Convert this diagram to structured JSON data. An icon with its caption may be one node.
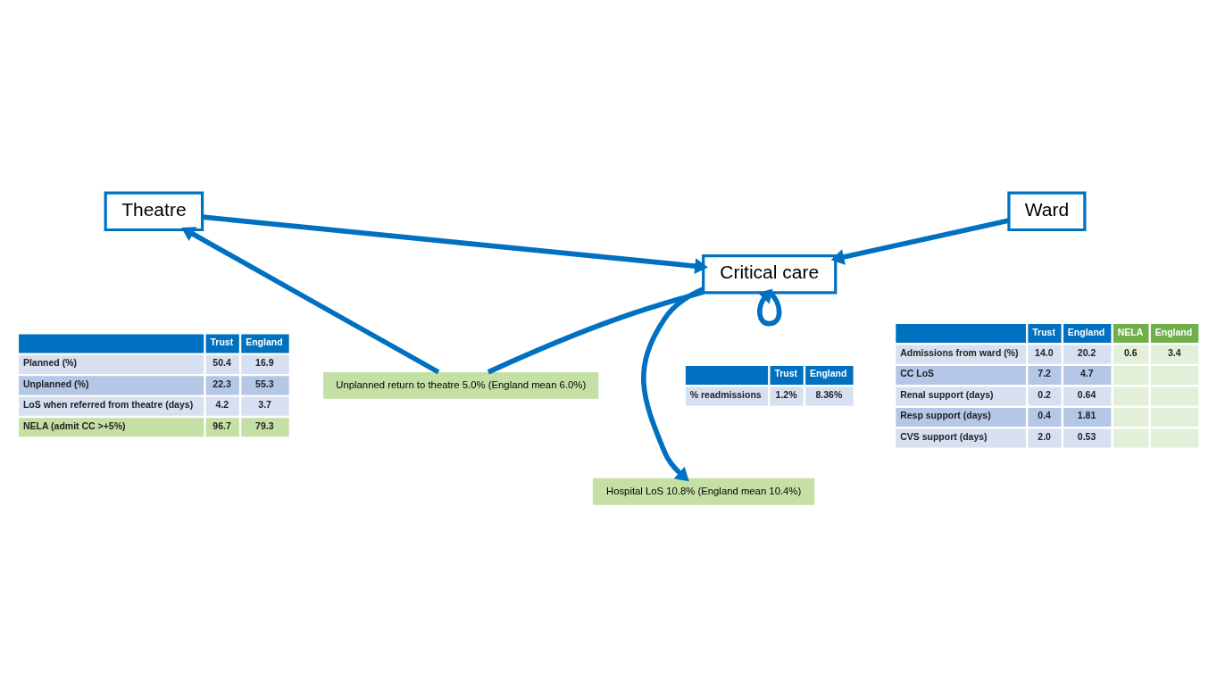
{
  "diagram": {
    "nodes": [
      {
        "text": [
          "Theatre"
        ]
      },
      {
        "text": [
          "Ward"
        ]
      },
      {
        "text": [
          "Critical care"
        ]
      },
      {
        "text": [
          "Unplanned return to theatre 5.0% (England mean 6.0%)"
        ]
      },
      {
        "text": [
          "Hospital LoS 10.8% (England mean 10.4%)"
        ]
      }
    ],
    "edges": [
      {
        "from": 0,
        "to": 2,
        "arrow": "to"
      },
      {
        "from": 2,
        "to": 3,
        "arrow": "none"
      },
      {
        "from": 3,
        "to": 0,
        "arrow": "to"
      },
      {
        "from": 1,
        "to": 2,
        "arrow": "to"
      },
      {
        "from": 2,
        "to": 2,
        "arrow": "to"
      },
      {
        "from": 2,
        "to": 4,
        "arrow": "to"
      }
    ],
    "labels": [
      "Trust",
      "England",
      "Planned (%)",
      "50.4",
      "16.9",
      "Unplanned (%)",
      "22.3",
      "55.3",
      "LoS when referred from theatre (days)",
      "4.2",
      "3.7",
      "NELA (admit CC >+5%)",
      "96.7",
      "79.3",
      "Trust",
      "England",
      "NELA",
      "England",
      "Admissions from ward (%)",
      "14.0",
      "20.2",
      "0.6",
      "3.4",
      "CC LoS",
      "7.2",
      "4.7",
      "Renal support (days)",
      "0.2",
      "0.64",
      "Resp support (days)",
      "0.4",
      "1.81",
      "CVS support (days)",
      "2.0",
      "0.53",
      "Trust",
      "England",
      "% readmissions",
      "1.2%",
      "8.36%"
    ]
  }
}
